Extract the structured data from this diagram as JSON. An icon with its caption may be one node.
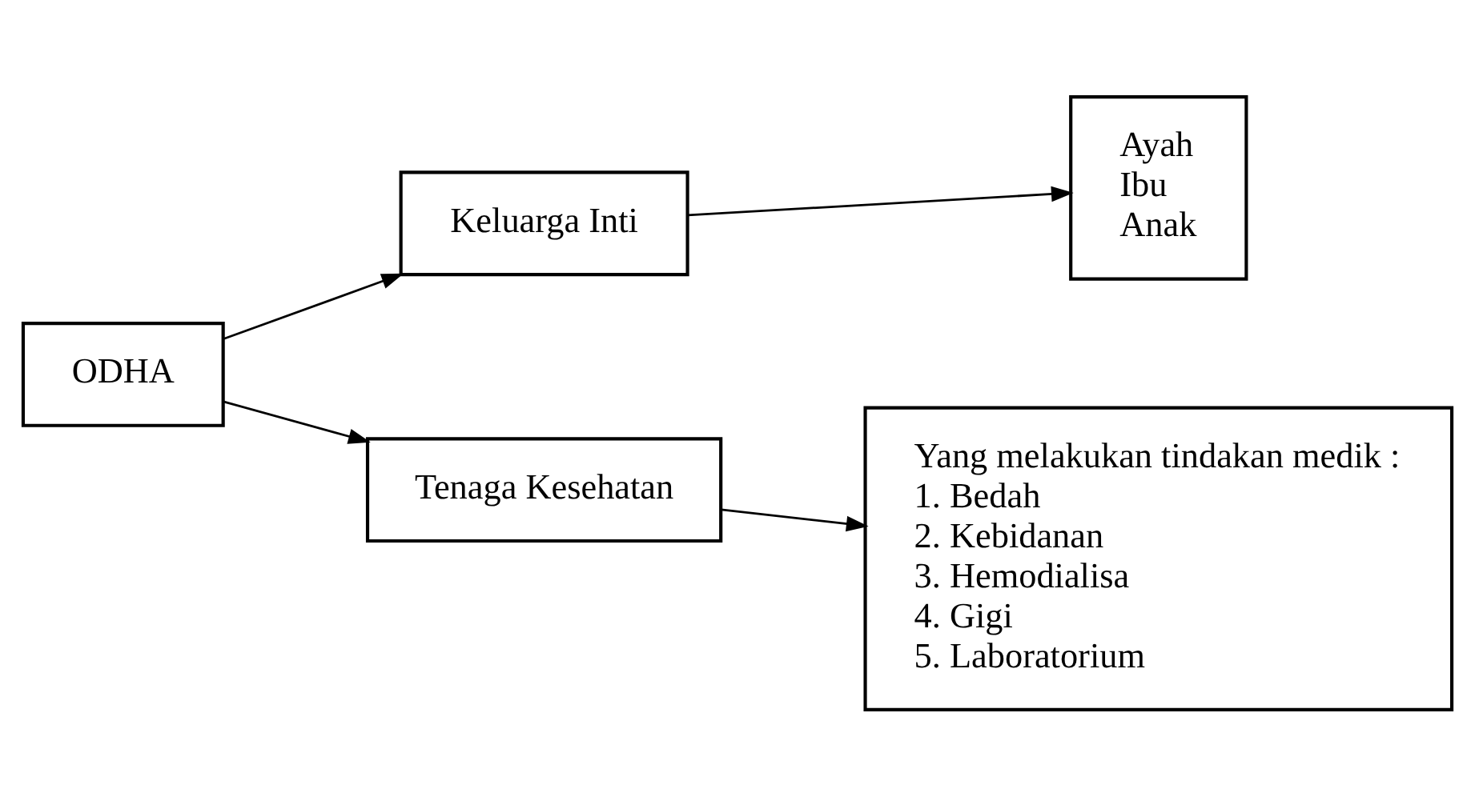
{
  "diagram": {
    "nodes": [
      {
        "text": [
          "ODHA"
        ]
      },
      {
        "text": [
          "Keluarga Inti"
        ]
      },
      {
        "text": [
          "Ayah",
          "Ibu",
          "Anak"
        ]
      },
      {
        "text": [
          "Tenaga Kesehatan"
        ]
      },
      {
        "text": [
          "Yang melakukan tindakan medik :",
          "1. Bedah",
          "2. Kebidanan",
          "3. Hemodialisa",
          "4. Gigi",
          "5. Laboratorium"
        ]
      }
    ],
    "edges": [
      {
        "from": 0,
        "to": 1,
        "arrow": "to"
      },
      {
        "from": 0,
        "to": 3,
        "arrow": "to"
      },
      {
        "from": 1,
        "to": 2,
        "arrow": "to"
      },
      {
        "from": 3,
        "to": 4,
        "arrow": "to"
      }
    ]
  }
}
